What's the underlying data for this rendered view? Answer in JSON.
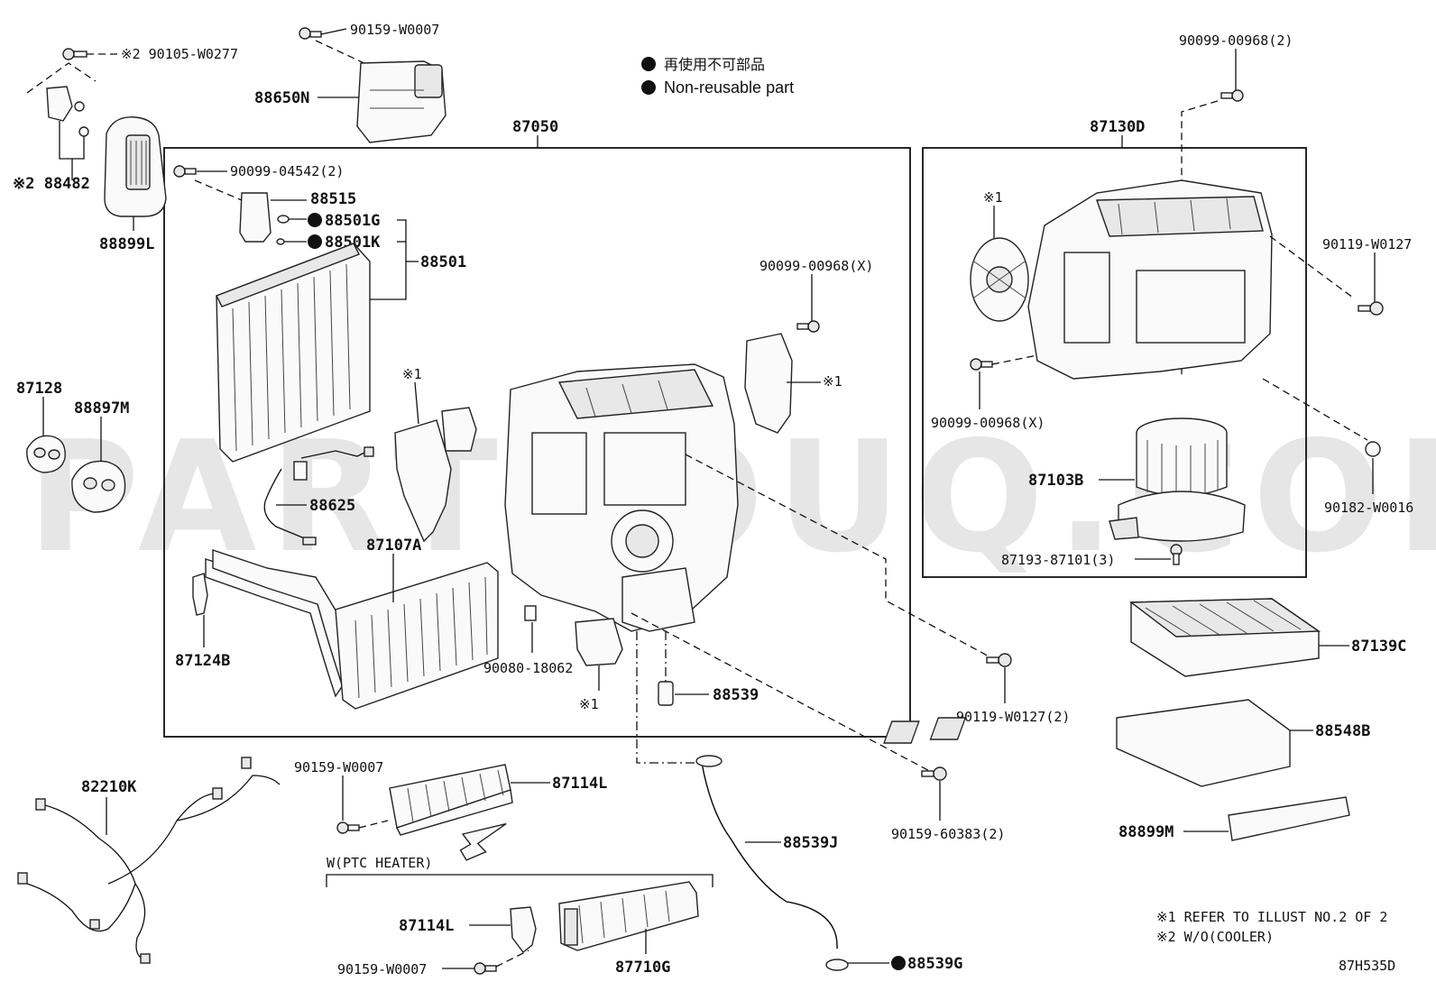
{
  "legend": {
    "non_reusable_jp": "再使用不可部品",
    "non_reusable_en": "Non-reusable part"
  },
  "groups": {
    "main_unit": "87050",
    "blower_unit": "87130D",
    "ptc_heater": "W(PTC HEATER)"
  },
  "parts": {
    "p90105_w0277": "※2 90105-W0277",
    "p90159_w0007_top": "90159-W0007",
    "p88650n": "88650N",
    "p88482": "※2 88482",
    "p88899l": "88899L",
    "p90099_04542": "90099-04542(2)",
    "p88515": "88515",
    "p88501g": "88501G",
    "p88501k": "88501K",
    "p88501": "88501",
    "p90099_00968x_a": "90099-00968(X)",
    "p_ref1_a": "※1",
    "p_ref1_b": "※1",
    "p_ref1_c": "※1",
    "p_ref1_d": "※1",
    "p87128": "87128",
    "p88897m": "88897M",
    "p88625": "88625",
    "p87107a": "87107A",
    "p87124b": "87124B",
    "p90080_18062": "90080-18062",
    "p88539": "88539",
    "p90099_00968_2": "90099-00968(2)",
    "p90119_w0127": "90119-W0127",
    "p90099_00968x_b": "90099-00968(X)",
    "p87103b": "87103B",
    "p90182_w0016": "90182-W0016",
    "p87193_87101": "87193-87101(3)",
    "p87139c": "87139C",
    "p90119_w0127_2": "90119-W0127(2)",
    "p88548b": "88548B",
    "p88899m": "88899M",
    "p82210k": "82210K",
    "p90159_w0007_mid": "90159-W0007",
    "p87114l_a": "87114L",
    "p88539j": "88539J",
    "p90159_60383": "90159-60383(2)",
    "p87114l_b": "87114L",
    "p87710g": "87710G",
    "p90159_w0007_bot": "90159-W0007",
    "p88539g": "88539G"
  },
  "notes": {
    "note1": "※1 REFER TO ILLUST NO.2 OF 2",
    "note2": "※2 W/O(COOLER)",
    "illust_code": "87H535D"
  },
  "watermark": "PARTSOUQ.COM"
}
